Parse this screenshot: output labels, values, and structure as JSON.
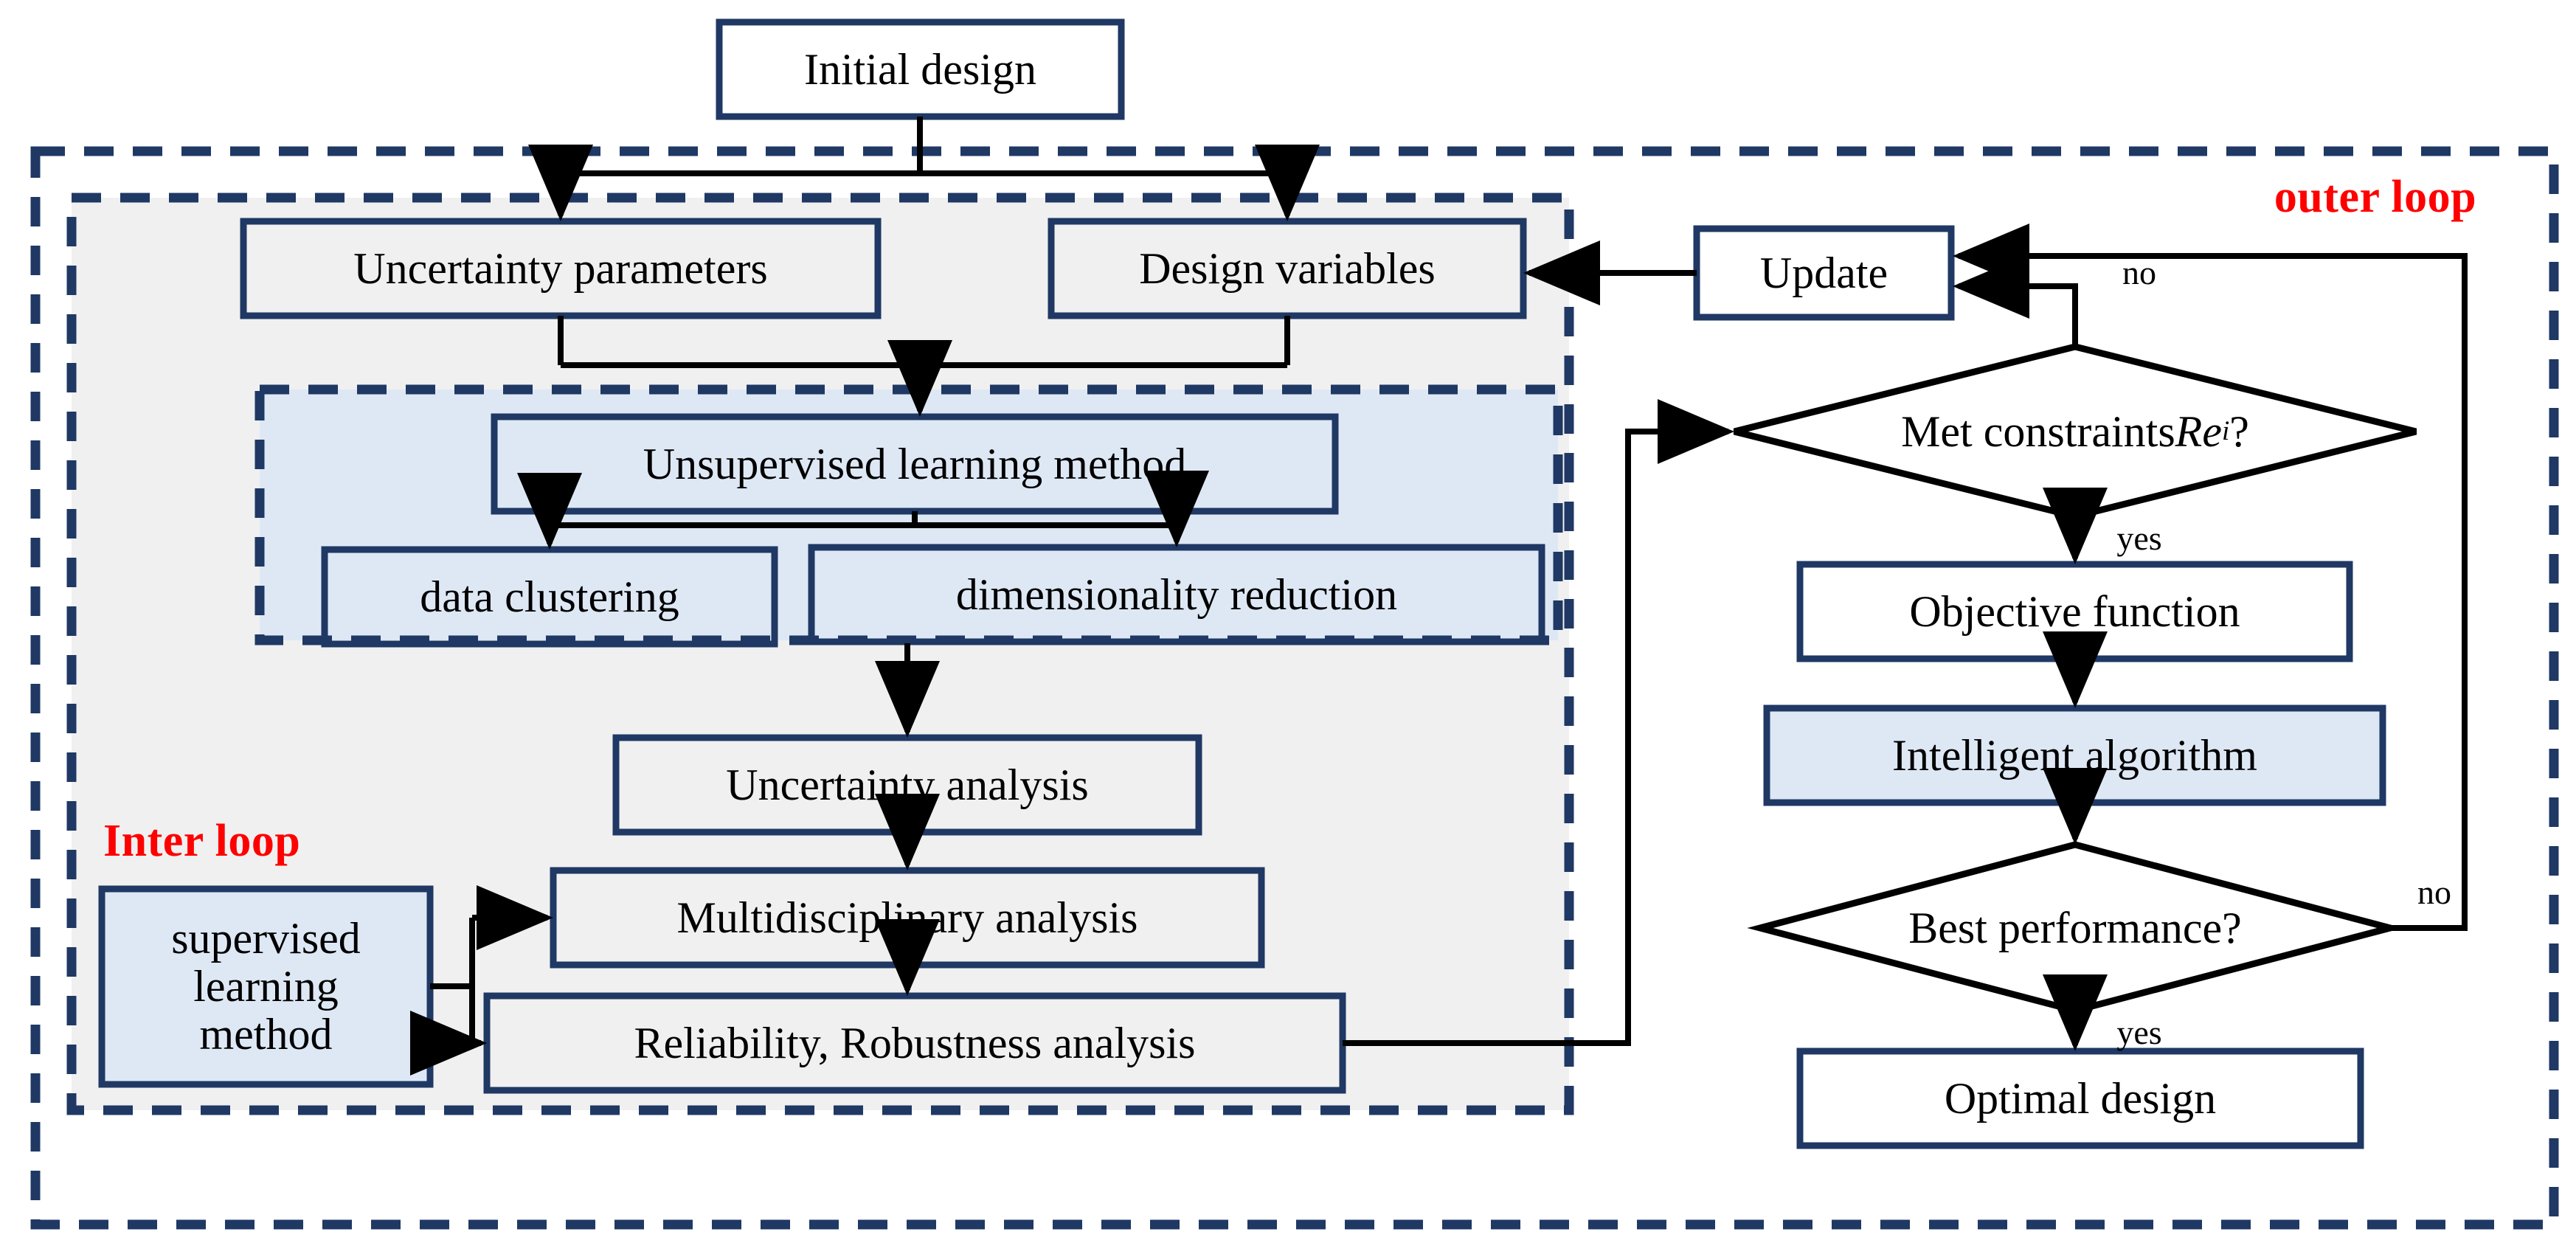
{
  "colors": {
    "navy": "#1F3864",
    "light_blue_fill": "#DEE8F5",
    "gray_fill": "#F0F0F0",
    "red": "#FF0000",
    "white": "#FFFFFF",
    "black": "#000000"
  },
  "loop_labels": {
    "outer": "outer loop",
    "inter": "Inter loop"
  },
  "nodes": {
    "initial_design": "Initial design",
    "uncertainty_parameters": "Uncertainty parameters",
    "design_variables": "Design variables",
    "unsupervised_learning_method": "Unsupervised learning method",
    "data_clustering": "data clustering",
    "dimensionality_reduction": "dimensionality reduction",
    "uncertainty_analysis": "Uncertainty analysis",
    "multidisciplinary_analysis": "Multidisciplinary analysis",
    "reliability_robustness_analysis": "Reliability, Robustness analysis",
    "supervised_learning_method_l1": "supervised",
    "supervised_learning_method_l2": "learning",
    "supervised_learning_method_l3": "method",
    "update": "Update",
    "met_constraints_pre": "Met constraints ",
    "met_constraints_sym": "Re",
    "met_constraints_sub": "i",
    "met_constraints_post": "?",
    "objective_function": "Objective function",
    "intelligent_algorithm": "Intelligent algorithm",
    "best_performance": "Best performance?",
    "optimal_design": "Optimal design"
  },
  "edge_labels": {
    "constraints_no": "no",
    "constraints_yes": "yes",
    "performance_no": "no",
    "performance_yes": "yes"
  }
}
